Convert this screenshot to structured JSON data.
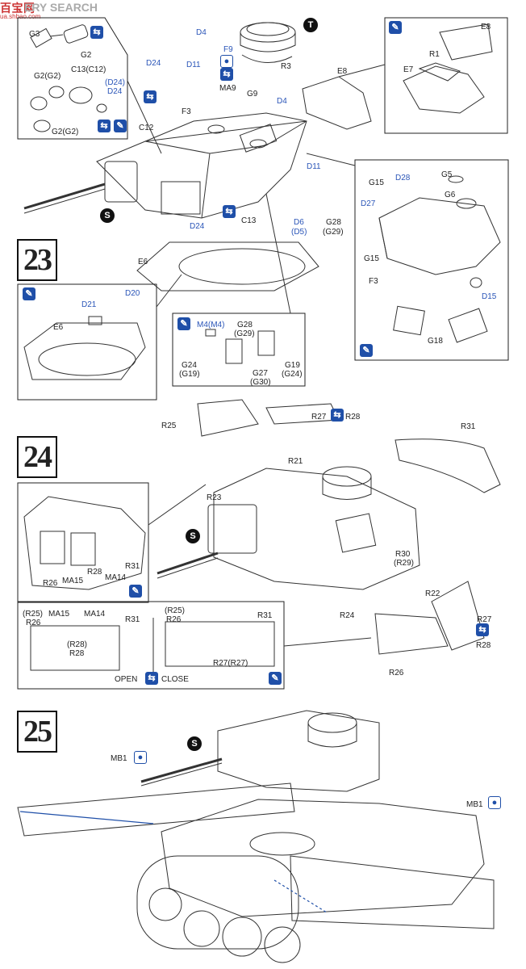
{
  "watermark": {
    "cn": "百宝网",
    "en": "ERY SEARCH",
    "url": "ua.shbao.com"
  },
  "steps": [
    "23",
    "24",
    "25"
  ],
  "icons": {
    "tool": "pin-tool-icon",
    "drop": "cement-drop-icon",
    "swap": "swap-option-icon",
    "top": "T",
    "s": "S"
  },
  "step23": {
    "labels": {
      "g3": "G3",
      "g2a": "G2",
      "g2g2": "G2(G2)",
      "c13": "C13(C12)",
      "d24b": "(D24)",
      "d24c": "D24",
      "g2g2b": "G2(G2)",
      "d4a": "D4",
      "f9": "F9",
      "d24a": "D24",
      "d11a": "D11",
      "r3": "R3",
      "ma9": "MA9",
      "g9": "G9",
      "d4b": "D4",
      "e8a": "E8",
      "e8b": "E8",
      "r1": "R1",
      "e7": "E7",
      "f3a": "F3",
      "c12": "C12",
      "d11b": "D11",
      "d24d": "D24",
      "c13b": "C13",
      "d6": "D6",
      "d5": "(D5)",
      "g28": "G28",
      "g29": "(G29)",
      "e6a": "E6",
      "g15a": "G15",
      "d28": "D28",
      "g5": "G5",
      "d27": "D27",
      "g6": "G6",
      "g15b": "G15",
      "f3b": "F3",
      "d15": "D15",
      "g18": "G18",
      "d21": "D21",
      "d20": "D20",
      "e6b": "E6",
      "m4": "M4(M4)",
      "g28b": "G28",
      "g29b": "(G29)",
      "g24": "G24",
      "g19": "(G19)",
      "g27": "G27",
      "g30": "(G30)",
      "g19b": "G19",
      "g24b": "(G24)"
    }
  },
  "step24": {
    "labels": {
      "r25": "R25",
      "r27": "R27",
      "r28": "R28",
      "r31": "R31",
      "r21": "R21",
      "r23": "R23",
      "r30": "R30",
      "r29": "(R29)",
      "r22": "R22",
      "r24": "R24",
      "r27b": "R27",
      "r28b": "R28",
      "r26": "R26",
      "d_r26": "R26",
      "d_ma15": "MA15",
      "d_r28": "R28",
      "d_ma14": "MA14",
      "d_r31": "R31",
      "o_r25": "(R25)",
      "o_r26": "R26",
      "o_ma15": "MA15",
      "o_ma14": "MA14",
      "o_r28p": "(R28)",
      "o_r28": "R28",
      "o_r31": "R31",
      "c_r25": "(R25)",
      "c_r26": "R26",
      "c_r31": "R31",
      "c_r27": "R27(R27)",
      "open": "OPEN",
      "close": "CLOSE"
    }
  },
  "step25": {
    "labels": {
      "mb1a": "MB1",
      "mb1b": "MB1"
    }
  }
}
